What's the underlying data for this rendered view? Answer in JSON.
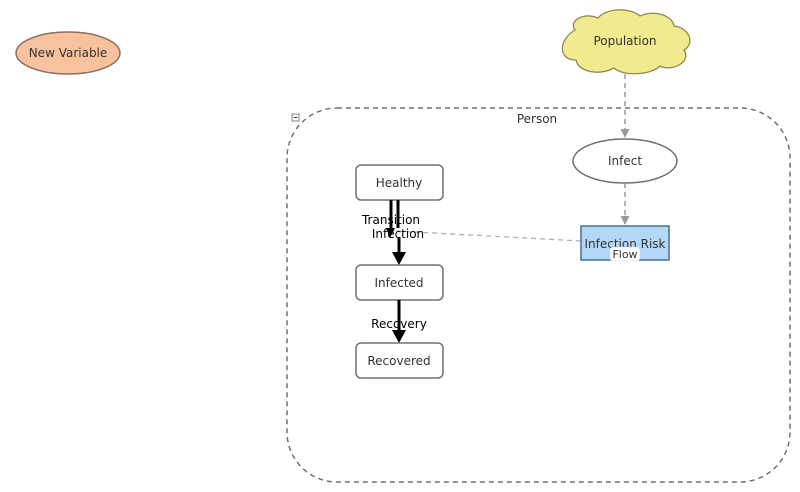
{
  "canvas": {
    "variable": {
      "label": "New Variable",
      "fill": "#f9c29f",
      "stroke": "#8a7060"
    },
    "population": {
      "label": "Population",
      "fill": "#f1ea8f",
      "stroke": "#8f8a55"
    },
    "agent_container": {
      "label": "Person",
      "collapse_symbol": "⊟"
    },
    "infect": {
      "label": "Infect"
    },
    "infection_risk": {
      "label": "Infection Risk",
      "fill": "#b3d8f7",
      "stroke": "#4a6e8e",
      "badge": "Flow"
    },
    "states": {
      "healthy": "Healthy",
      "infected": "Infected",
      "recovered": "Recovered"
    },
    "transitions": {
      "infection_line1": "Transition",
      "infection_line2": "Infection",
      "recovery": "Recovery"
    }
  }
}
